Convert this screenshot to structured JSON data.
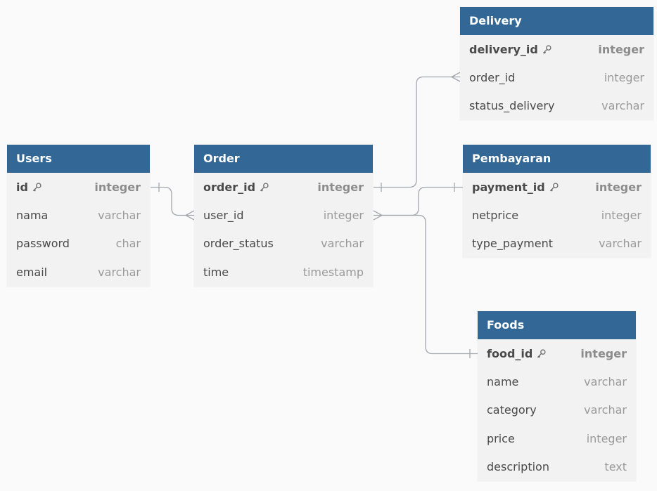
{
  "tables": {
    "users": {
      "title": "Users",
      "rows": [
        {
          "name": "id",
          "type": "integer",
          "pk": true
        },
        {
          "name": "nama",
          "type": "varchar"
        },
        {
          "name": "password",
          "type": "char"
        },
        {
          "name": "email",
          "type": "varchar"
        }
      ]
    },
    "order": {
      "title": "Order",
      "rows": [
        {
          "name": "order_id",
          "type": "integer",
          "pk": true
        },
        {
          "name": "user_id",
          "type": "integer"
        },
        {
          "name": "order_status",
          "type": "varchar"
        },
        {
          "name": "time",
          "type": "timestamp"
        }
      ]
    },
    "delivery": {
      "title": "Delivery",
      "rows": [
        {
          "name": "delivery_id",
          "type": "integer",
          "pk": true
        },
        {
          "name": "order_id",
          "type": "integer"
        },
        {
          "name": "status_delivery",
          "type": "varchar"
        }
      ]
    },
    "pembayaran": {
      "title": "Pembayaran",
      "rows": [
        {
          "name": "payment_id",
          "type": "integer",
          "pk": true
        },
        {
          "name": "netprice",
          "type": "integer"
        },
        {
          "name": "type_payment",
          "type": "varchar"
        }
      ]
    },
    "foods": {
      "title": "Foods",
      "rows": [
        {
          "name": "food_id",
          "type": "integer",
          "pk": true
        },
        {
          "name": "name",
          "type": "varchar"
        },
        {
          "name": "category",
          "type": "varchar"
        },
        {
          "name": "price",
          "type": "integer"
        },
        {
          "name": "description",
          "type": "text"
        }
      ]
    }
  },
  "relations": [
    {
      "from": "users.id",
      "from_card": "one",
      "to": "order.user_id",
      "to_card": "many"
    },
    {
      "from": "order.order_id",
      "from_card": "one",
      "to": "delivery.order_id",
      "to_card": "many"
    },
    {
      "from": "order.user_id",
      "from_card": "many",
      "to": "pembayaran.payment_id",
      "to_card": "one"
    },
    {
      "from": "order.user_id",
      "from_card": "many",
      "to": "foods.food_id",
      "to_card": "one"
    }
  ],
  "colors": {
    "header": "#326796",
    "body": "#f2f2f2",
    "background": "#fafafa",
    "connector": "#a3a6ad"
  },
  "icons": {
    "primary_key": "key-icon"
  }
}
